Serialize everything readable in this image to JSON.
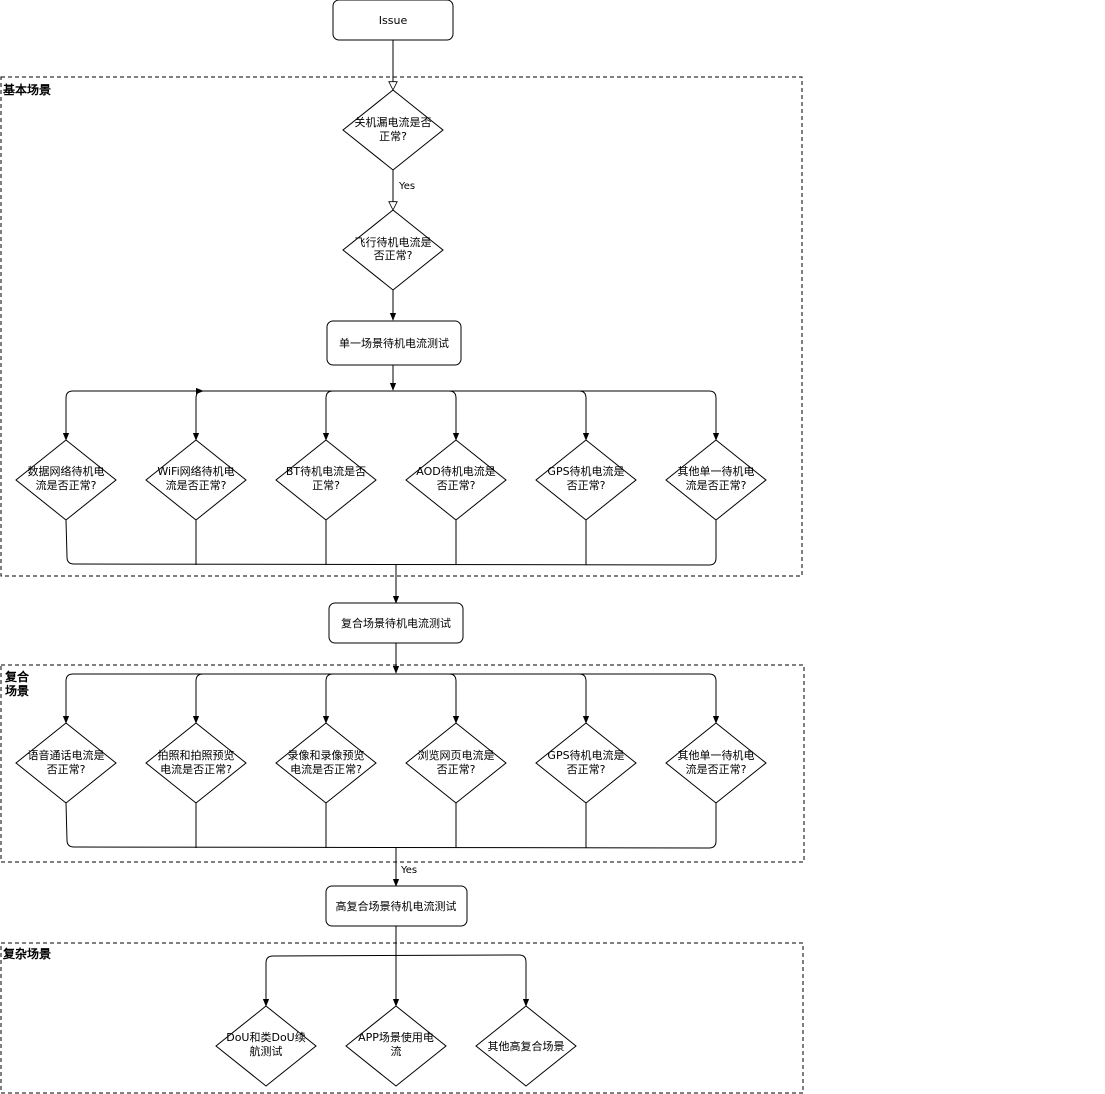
{
  "groups": {
    "basic": "基本场景",
    "composite_line1": "复合",
    "composite_line2": "场景",
    "complex": "复杂场景"
  },
  "nodes": {
    "issue": "Issue",
    "shutdown_leak": [
      "关机漏电流是否",
      "正常?"
    ],
    "flight_standby": [
      "飞行待机电流是",
      "否正常?"
    ],
    "single_scene_test": "单一场景待机电流测试",
    "data_network": [
      "数据网络待机电",
      "流是否正常?"
    ],
    "wifi_network": [
      "WiFi网络待机电",
      "流是否正常?"
    ],
    "bt_standby": [
      "BT待机电流是否",
      "正常?"
    ],
    "aod_standby": [
      "AOD待机电流是",
      "否正常?"
    ],
    "gps_standby_1": [
      "GPS待机电流是",
      "否正常?"
    ],
    "other_single_1": [
      "其他单一待机电",
      "流是否正常?"
    ],
    "composite_scene_test": "复合场景待机电流测试",
    "voice_call": [
      "语音通话电流是",
      "否正常?"
    ],
    "photo_preview": [
      "拍照和拍照预览",
      "电流是否正常?"
    ],
    "video_preview": [
      "录像和录像预览",
      "电流是否正常?"
    ],
    "web_browse": [
      "浏览网页电流是",
      "否正常?"
    ],
    "gps_standby_2": [
      "GPS待机电流是",
      "否正常?"
    ],
    "other_single_2": [
      "其他单一待机电",
      "流是否正常?"
    ],
    "high_composite_test": "高复合场景待机电流测试",
    "dou_test": [
      "DoU和类DoU续",
      "航测试"
    ],
    "app_scene": [
      "APP场景使用电",
      "流"
    ],
    "other_high_composite": [
      "其他高复合场景"
    ]
  },
  "edge_labels": {
    "yes_1": "Yes",
    "yes_2": "Yes"
  }
}
